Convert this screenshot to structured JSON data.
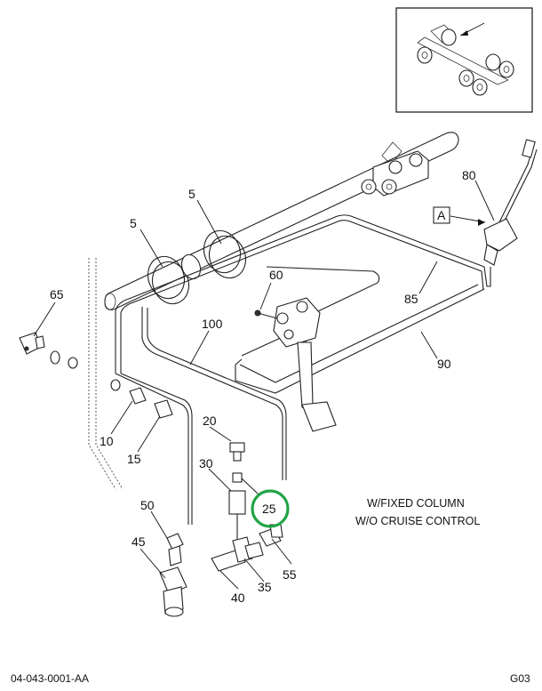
{
  "diagram": {
    "callouts": [
      "5",
      "5",
      "80",
      "A",
      "65",
      "60",
      "85",
      "100",
      "90",
      "10",
      "15",
      "20",
      "30",
      "25",
      "50",
      "45",
      "55",
      "35",
      "40"
    ],
    "note_lines": [
      "W/FIXED COLUMN",
      "W/O CRUISE CONTROL"
    ],
    "footer_left": "04-043-0001-AA",
    "footer_right": "G03",
    "highlight_color": "#22a447"
  }
}
